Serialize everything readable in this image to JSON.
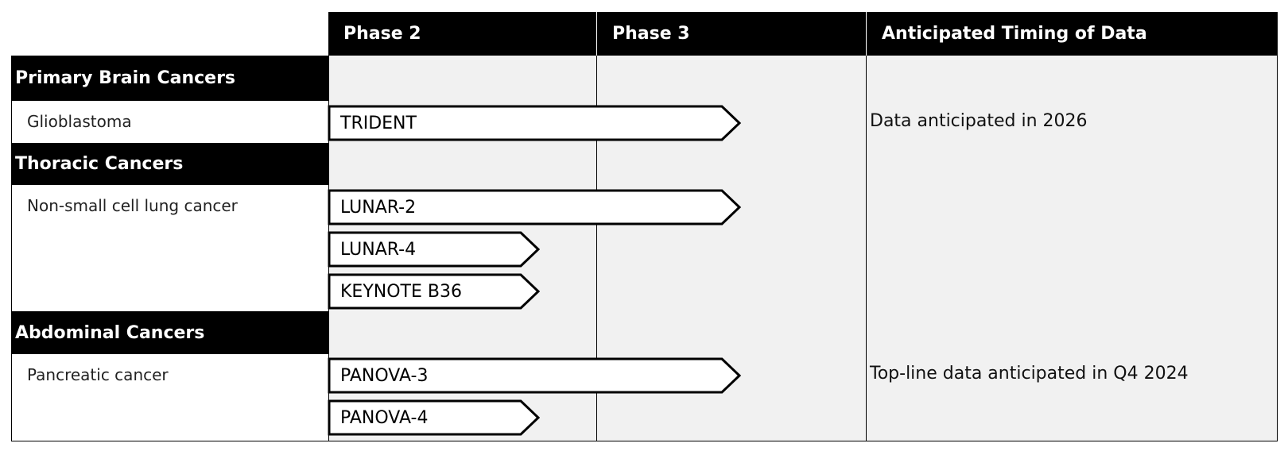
{
  "header": {
    "phase2": "Phase 2",
    "phase3": "Phase 3",
    "timing": "Anticipated Timing of Data"
  },
  "categories": {
    "brain": "Primary Brain Cancers",
    "thoracic": "Thoracic Cancers",
    "abdominal": "Abdominal Cancers"
  },
  "indications": {
    "glioblastoma": "Glioblastoma",
    "nsclc": "Non-small cell lung cancer",
    "pancreatic": "Pancreatic cancer"
  },
  "trials": [
    {
      "name": "TRIDENT",
      "phase_reached": "Phase 3"
    },
    {
      "name": "LUNAR-2",
      "phase_reached": "Phase 3"
    },
    {
      "name": "LUNAR-4",
      "phase_reached": "Phase 2"
    },
    {
      "name": "KEYNOTE B36",
      "phase_reached": "Phase 2"
    },
    {
      "name": "PANOVA-3",
      "phase_reached": "Phase 3"
    },
    {
      "name": "PANOVA-4",
      "phase_reached": "Phase 2"
    }
  ],
  "timing": {
    "trident": "Data anticipated in 2026",
    "panova3": "Top-line data anticipated in Q4 2024"
  },
  "colors": {
    "header_bg": "#000000",
    "header_text": "#ffffff",
    "grid_bg": "#f1f1f1",
    "arrow_fill": "#ffffff",
    "arrow_stroke": "#000000"
  }
}
